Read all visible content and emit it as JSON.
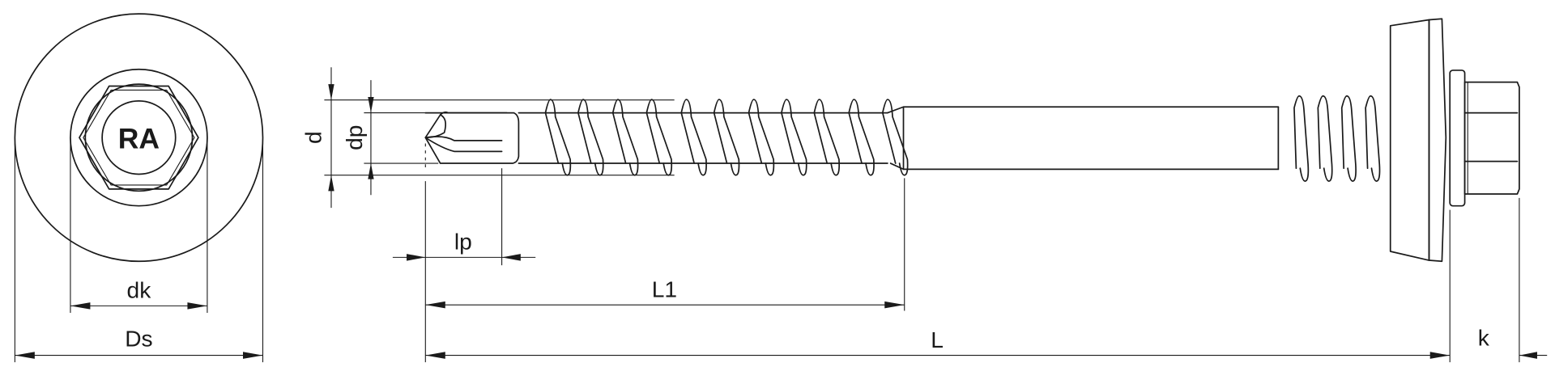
{
  "drawing": {
    "head_marking": "RA",
    "dimensions": {
      "head_diameter": "dk",
      "washer_diameter": "Ds",
      "thread_diameter": "d",
      "drill_point_diameter": "dp",
      "drill_point_length": "lp",
      "thread_length": "L1",
      "total_length": "L",
      "head_height": "k"
    },
    "line_color": "#1a1a1a",
    "background": "#ffffff"
  }
}
